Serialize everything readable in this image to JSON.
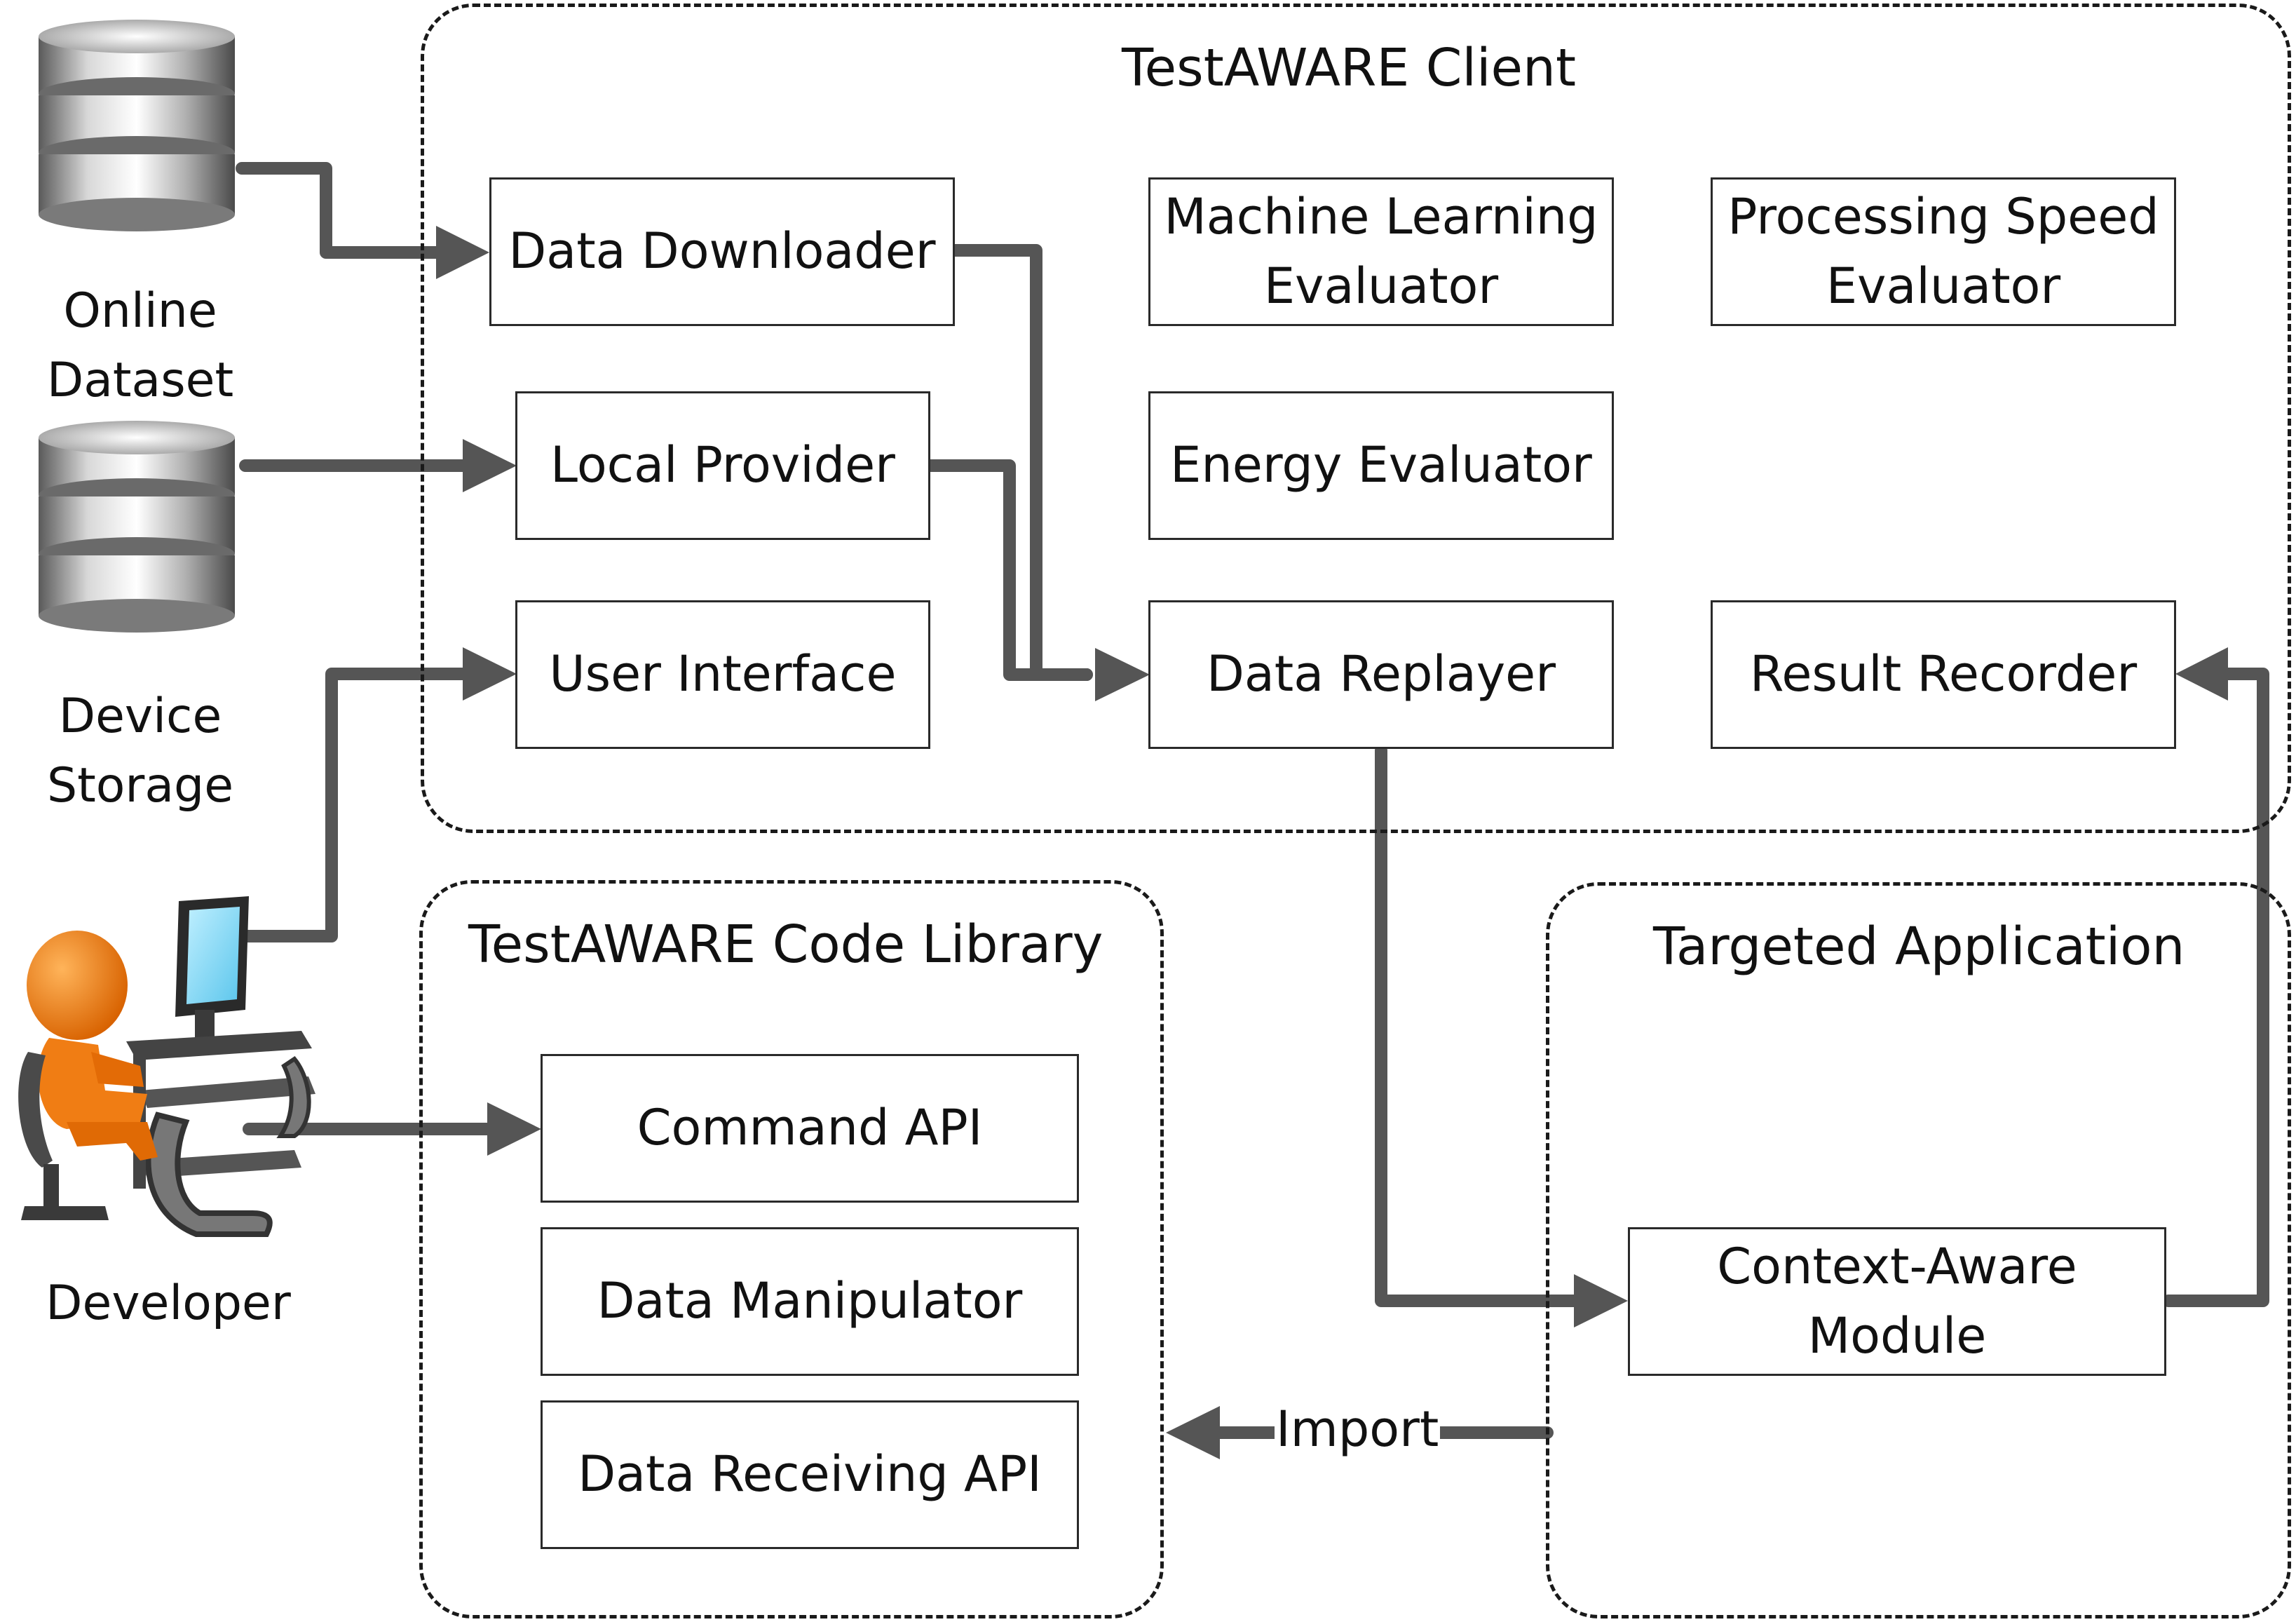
{
  "groups": {
    "client": {
      "title": "TestAWARE Client"
    },
    "library": {
      "title": "TestAWARE Code Library"
    },
    "target": {
      "title": "Targeted Application"
    }
  },
  "components": {
    "data_downloader": "Data Downloader",
    "ml_evaluator": "Machine Learning\nEvaluator",
    "speed_evaluator": "Processing Speed\nEvaluator",
    "local_provider": "Local Provider",
    "energy_evaluator": "Energy Evaluator",
    "user_interface": "User Interface",
    "data_replayer": "Data Replayer",
    "result_recorder": "Result Recorder",
    "command_api": "Command API",
    "data_manipulator": "Data Manipulator",
    "data_receiving_api": "Data Receiving API",
    "context_aware_module": "Context-Aware\nModule"
  },
  "actors": {
    "online_dataset": {
      "label": "Online\nDataset",
      "icon": "database-icon"
    },
    "device_storage": {
      "label": "Device\nStorage",
      "icon": "database-icon"
    },
    "developer": {
      "label": "Developer",
      "icon": "developer-at-computer-icon"
    }
  },
  "edge_labels": {
    "import": "Import"
  },
  "colors": {
    "arrow": "#555555",
    "border": "#1a1a1a",
    "person": "#f07d14"
  }
}
